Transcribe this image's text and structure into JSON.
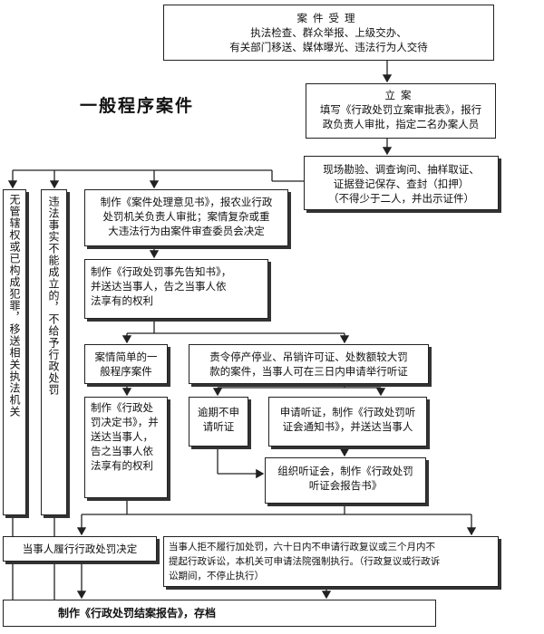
{
  "title": "一般程序案件",
  "case_accept": {
    "heading": "案件受理",
    "line1": "执法检查、群众举报、上级交办、",
    "line2": "有关部门移送、媒体曝光、违法行为人交待"
  },
  "filing": {
    "heading": "立案",
    "line1": "填写《行政处罚立案审批表》，报行",
    "line2": "政负责人审批，指定二名办案人员"
  },
  "investigation": {
    "line1": "现场勘验、调查询问、抽样取证、",
    "line2": "证据登记保存、查封（扣押）",
    "line3": "（不得少于二人，并出示证件）"
  },
  "left_no_jurisdiction": "无管辖权或已构成犯罪，移送相关执法机关",
  "left_no_fact": "违法事实不能成立的，不给予行政处罚",
  "opinion_box": {
    "line1": "制作《案件处理意见书》，报农业行政",
    "line2": "处罚机关负责人审批；案情复杂或重",
    "line3": "大违法行为由案件审查委员会决定"
  },
  "notice_box": {
    "line1": "制作《行政处罚事先告知书》，",
    "line2": "并送达当事人，告之当事人依",
    "line3": "法享有的权利"
  },
  "simple_case": {
    "line1": "案情简单的一",
    "line2": "般程序案件"
  },
  "hearing_right": {
    "line1": "责令停产停业、吊销许可证、处数额较大罚",
    "line2": "款的案件，当事人可在三日内申请举行听证"
  },
  "decision_box": {
    "line1": "制作《行政处",
    "line2": "罚决定书》，并",
    "line3": "送达当事人，",
    "line4": "告之当事人依",
    "line5": "法享有的权利"
  },
  "overdue_box": {
    "line1": "逾期不申",
    "line2": "请听证"
  },
  "apply_hearing": {
    "line1": "申请听证，制作《行政处罚听",
    "line2": "证会通知书》，并送达当事人"
  },
  "hold_hearing": {
    "line1": "组织听证会，制作《行政处罚",
    "line2": "听证会报告书》"
  },
  "fulfill": "当事人履行行政处罚决定",
  "refuse": {
    "line1": "当事人拒不履行加处罚，六十日内不申请行政复议或三个月内不",
    "line2": "提起行政诉讼，本机关可申请法院强制执行。（行政复议或行政诉",
    "line3": "讼期间，不停止执行）"
  },
  "close_report": "制作《行政处罚结案报告》，存档"
}
